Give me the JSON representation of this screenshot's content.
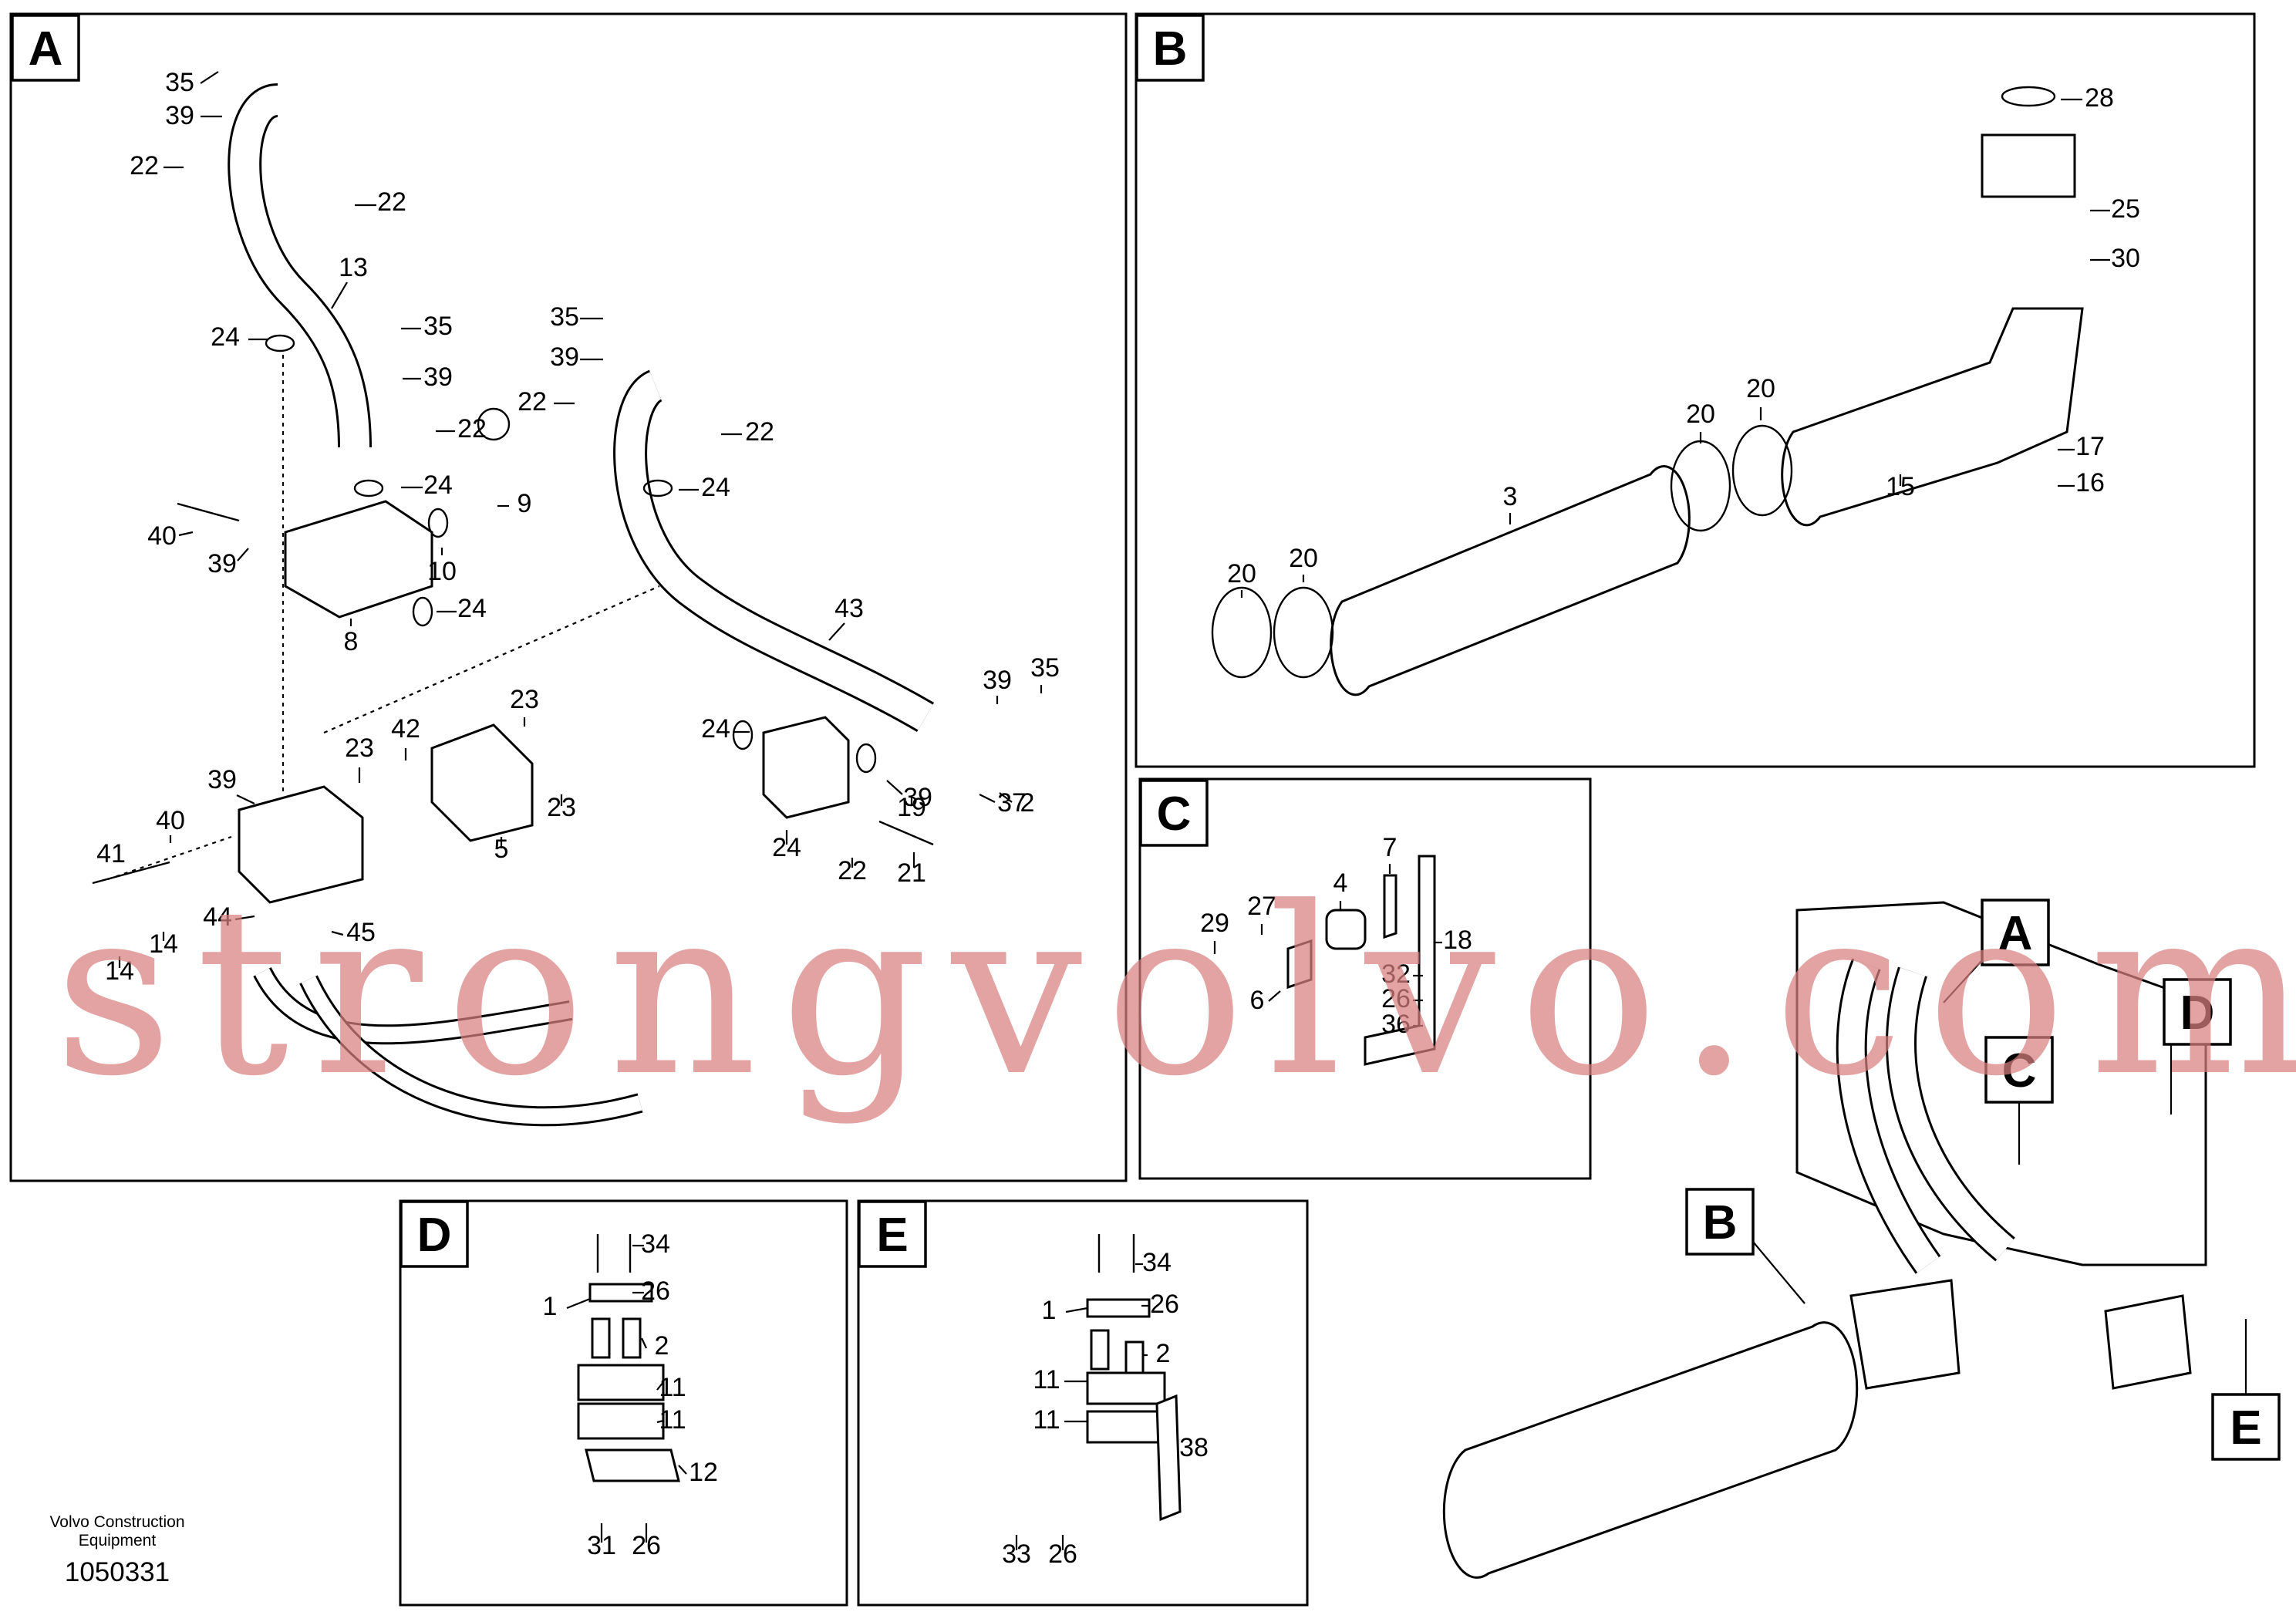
{
  "panels": {
    "A": {
      "label": "A",
      "callouts": [
        "35",
        "39",
        "22",
        "22",
        "13",
        "24",
        "35",
        "39",
        "22",
        "24",
        "9",
        "40",
        "39",
        "10",
        "24",
        "8",
        "35",
        "39",
        "22",
        "22",
        "24",
        "43",
        "39",
        "35",
        "23",
        "42",
        "23",
        "23",
        "24",
        "19",
        "39",
        "40",
        "41",
        "5",
        "24",
        "39",
        "37",
        "22",
        "21",
        "2",
        "44",
        "45",
        "14",
        "14"
      ]
    },
    "B": {
      "label": "B",
      "callouts": [
        "28",
        "25",
        "30",
        "20",
        "20",
        "3",
        "15",
        "17",
        "16",
        "20",
        "20"
      ]
    },
    "C": {
      "label": "C",
      "callouts": [
        "7",
        "4",
        "27",
        "29",
        "18",
        "32",
        "6",
        "26",
        "36"
      ]
    },
    "D": {
      "label": "D",
      "callouts": [
        "34",
        "1",
        "26",
        "2",
        "11",
        "11",
        "12",
        "31",
        "26"
      ]
    },
    "E": {
      "label": "E",
      "callouts": [
        "34",
        "1",
        "26",
        "2",
        "11",
        "11",
        "38",
        "33",
        "26"
      ]
    }
  },
  "overview": {
    "labels": [
      "A",
      "C",
      "D",
      "B",
      "E"
    ]
  },
  "footer": {
    "brand_line1": "Volvo Construction",
    "brand_line2": "Equipment",
    "drawing_number": "1050331"
  },
  "watermark": "strongvolvo.com"
}
